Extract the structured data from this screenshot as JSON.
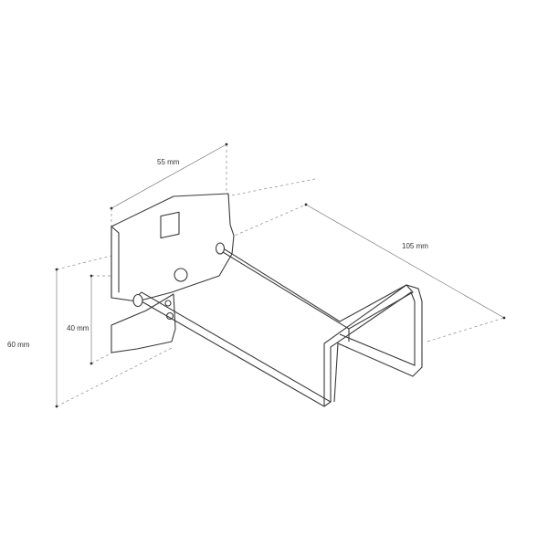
{
  "drawing": {
    "dimensions": {
      "width_label": "55 mm",
      "depth_label": "105 mm",
      "inner_height_label": "40 mm",
      "outer_height_label": "60 mm"
    },
    "colors": {
      "line": "#3a3a3a",
      "dim_line": "#666666",
      "background": "#ffffff"
    }
  }
}
